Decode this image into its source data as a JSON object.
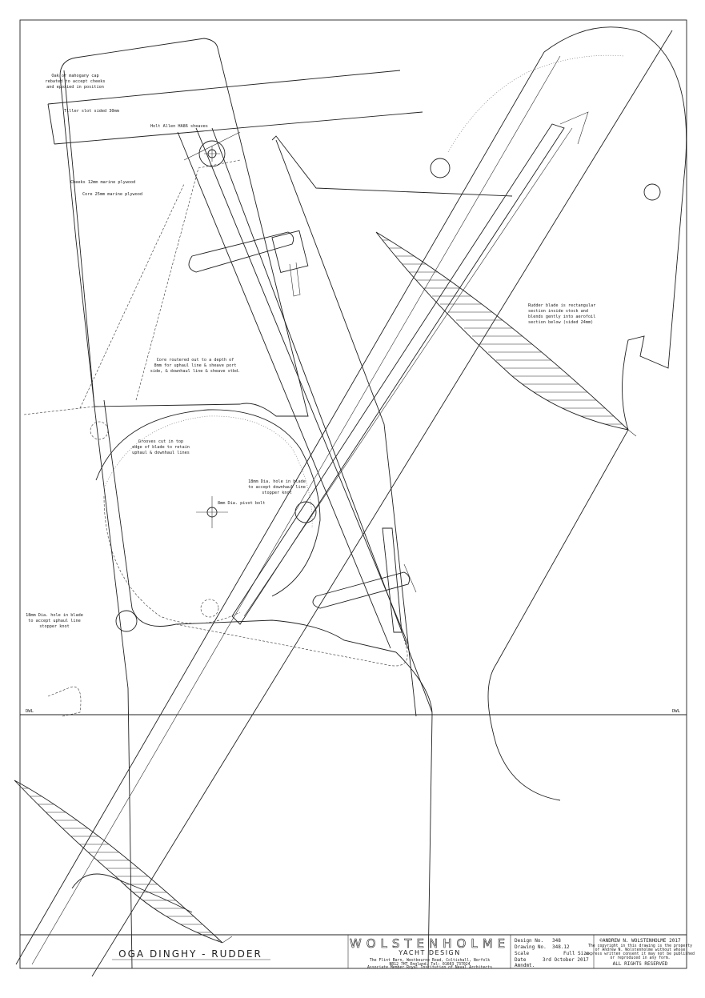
{
  "notes": {
    "cap": [
      "Oak or mahogany cap",
      "rebated to accept cheeks",
      "and epoxied in position"
    ],
    "tiller": "Tiller slot sided 30mm",
    "sheaves": "Holt Allen HA86 sheaves",
    "cheeks": "Cheeks 12mm marine plywood",
    "core": "Core 25mm marine plywood",
    "routered": [
      "Core routered out to a depth of",
      "8mm for uphaul line & sheave port",
      "side, & downhaul line & sheave stbd."
    ],
    "grooves": [
      "Grooves cut in top",
      "edge of blade to retain",
      "uphaul & downhaul lines"
    ],
    "downhaul_hole": [
      "18mm Dia. hole in blade",
      "to accept downhaul line",
      "stopper knot"
    ],
    "pivot": "8mm Dia. pivot bolt",
    "uphaul_hole": [
      "18mm Dia. hole in blade",
      "to accept uphaul line",
      "stopper knot"
    ],
    "blade": [
      "Rudder blade is rectangular",
      "section inside stock and",
      "blends gently into aerofoil",
      "section below (sided 24mm)"
    ]
  },
  "dwl": {
    "left": "DWL",
    "right": "DWL"
  },
  "title_block": {
    "drawing_title": "OGA DINGHY - RUDDER",
    "brand": "WOLSTENHOLME",
    "brand_sub": "YACHT DESIGN",
    "address": "The Flint Barn, Westbourne Road, Coltishall, Norfolk",
    "address2": "NR12 7HT England. Tel: 01603 737024",
    "member": "Associate Member Royal Institution of Naval Architects",
    "labels": {
      "design": "Design No.",
      "drawing": "Drawing No.",
      "scale": "Scale",
      "date": "Date",
      "amndmt": "Amndmt."
    },
    "values": {
      "design": "348",
      "drawing": "348.12",
      "scale": "Full Size",
      "date": "3rd October 2017",
      "amndmt": ""
    },
    "copyright": "©ANDREW N. WOLSTENHOLME 2017",
    "copy_lines": [
      "The copyright in this drawing is the property",
      "of Andrew N. Wolstenholme without whose",
      "express written consent it may not be published",
      "or reproduced in any form."
    ],
    "rights": "ALL RIGHTS RESERVED"
  }
}
